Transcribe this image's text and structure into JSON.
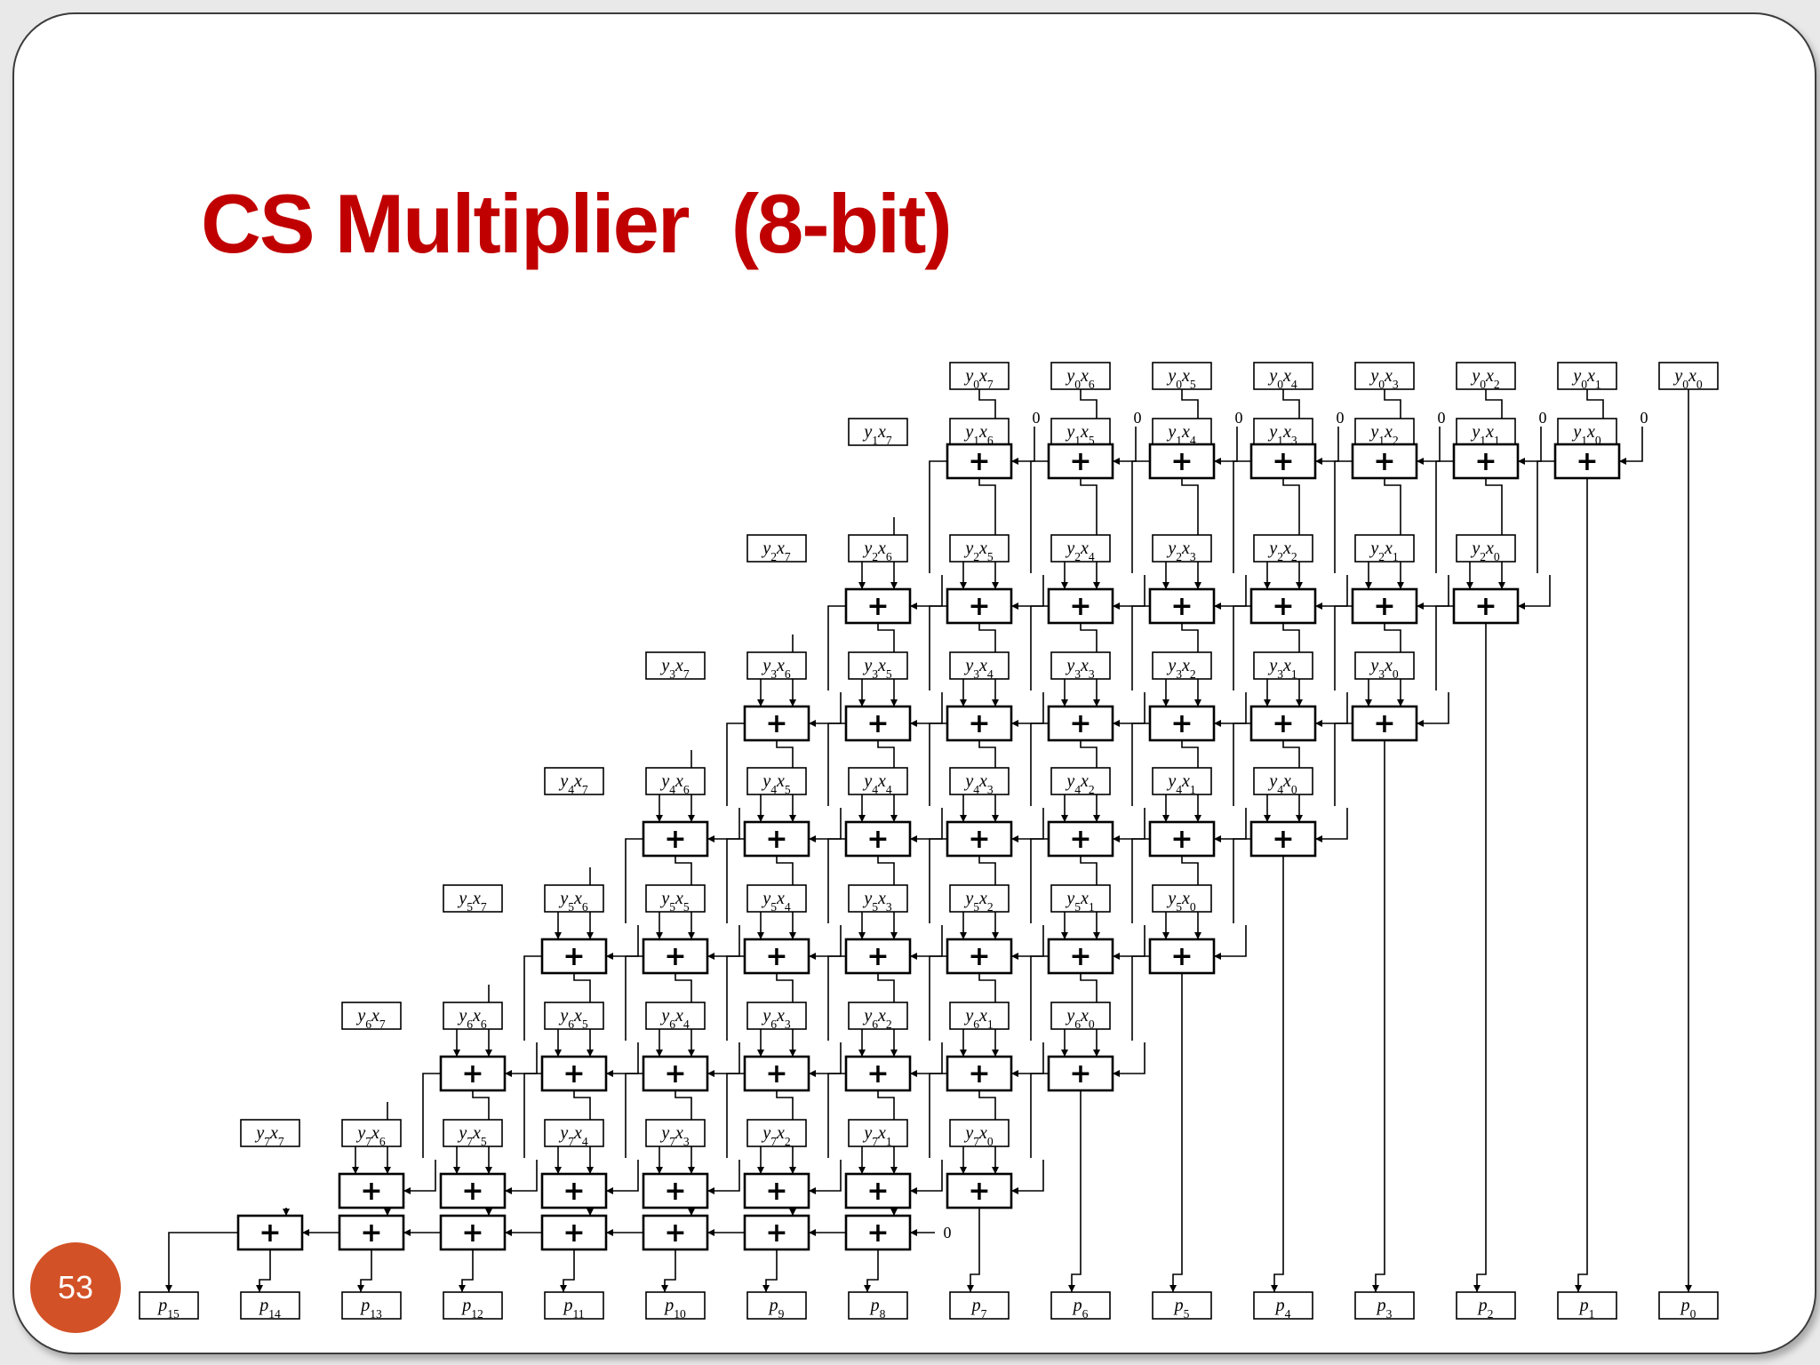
{
  "slide": {
    "title": "CS Multiplier  (8-bit)",
    "number": "53",
    "accent_color": "#c00000",
    "badge_color": "#d35126"
  },
  "diagram": {
    "adder_symbol": "+",
    "zero_input_label": "0",
    "partial_product_template": "y{i}x{j}",
    "product_template": "p{k}",
    "partial_products": [
      {
        "row": 0,
        "labels": [
          "y0x7",
          "y0x6",
          "y0x5",
          "y0x4",
          "y0x3",
          "y0x2",
          "y0x1",
          "y0x0"
        ]
      },
      {
        "row": 1,
        "labels": [
          "y1x7",
          "y1x6",
          "y1x5",
          "y1x4",
          "y1x3",
          "y1x2",
          "y1x1",
          "y1x0"
        ]
      },
      {
        "row": 2,
        "labels": [
          "y2x7",
          "y2x6",
          "y2x5",
          "y2x4",
          "y2x3",
          "y2x2",
          "y2x1",
          "y2x0"
        ]
      },
      {
        "row": 3,
        "labels": [
          "y3x7",
          "y3x6",
          "y3x5",
          "y3x4",
          "y3x3",
          "y3x2",
          "y3x1",
          "y3x0"
        ]
      },
      {
        "row": 4,
        "labels": [
          "y4x7",
          "y4x6",
          "y4x5",
          "y4x4",
          "y4x3",
          "y4x2",
          "y4x1",
          "y4x0"
        ]
      },
      {
        "row": 5,
        "labels": [
          "y5x7",
          "y5x6",
          "y5x5",
          "y5x4",
          "y5x3",
          "y5x2",
          "y5x1",
          "y5x0"
        ]
      },
      {
        "row": 6,
        "labels": [
          "y6x7",
          "y6x6",
          "y6x5",
          "y6x4",
          "y6x3",
          "y6x2",
          "y6x1",
          "y6x0"
        ]
      },
      {
        "row": 7,
        "labels": [
          "y7x7",
          "y7x6",
          "y7x5",
          "y7x4",
          "y7x3",
          "y7x2",
          "y7x1",
          "y7x0"
        ]
      }
    ],
    "products": [
      "p15",
      "p14",
      "p13",
      "p12",
      "p11",
      "p10",
      "p9",
      "p8",
      "p7",
      "p6",
      "p5",
      "p4",
      "p3",
      "p2",
      "p1",
      "p0"
    ]
  }
}
